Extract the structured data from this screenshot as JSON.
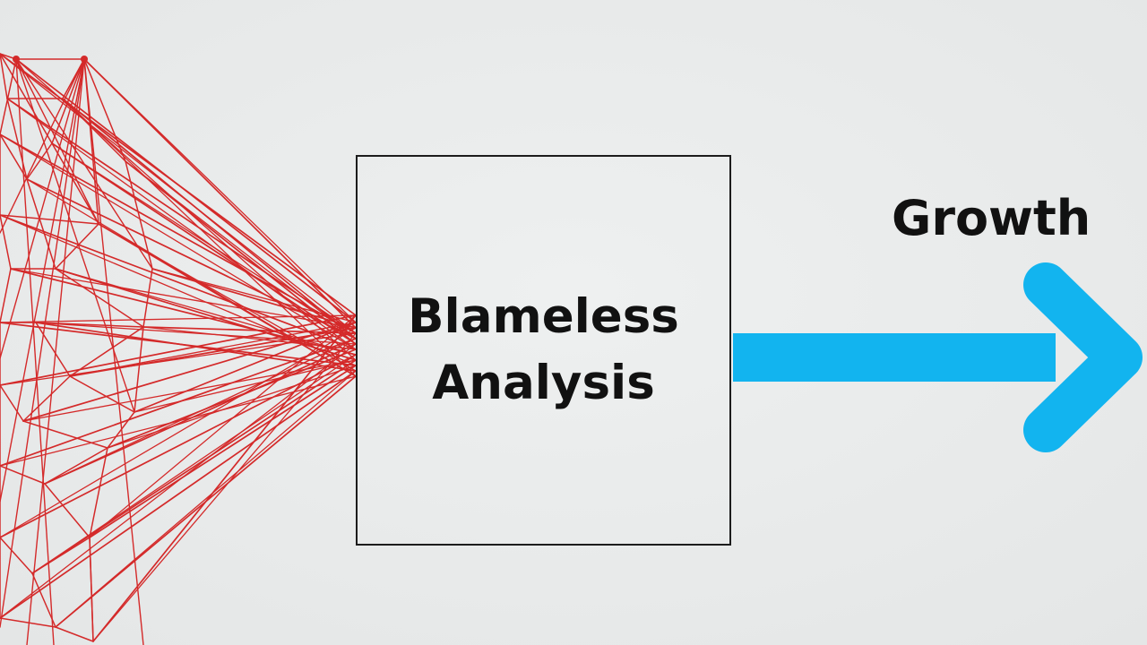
{
  "diagram": {
    "box_lines": [
      "Blameless",
      "Analysis"
    ],
    "outcome_label": "Growth"
  },
  "colors": {
    "background": "#e9ebeb",
    "lines": "#d42a2a",
    "arrow": "#12b4ef",
    "text": "#111111"
  }
}
